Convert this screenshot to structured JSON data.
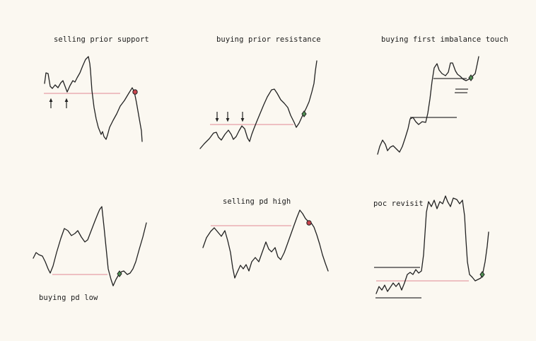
{
  "colors": {
    "background": "#fbf8f1",
    "price_line": "#222222",
    "level_line": "#e59fa6",
    "structure_line": "#333333",
    "marker_sell": "#c9454e",
    "marker_buy": "#4f8f52"
  },
  "panels": [
    {
      "title": "selling prior support",
      "level": "prior support",
      "marker": "sell",
      "arrows": "up"
    },
    {
      "title": "buying prior resistance",
      "level": "prior resistance",
      "marker": "buy",
      "arrows": "down"
    },
    {
      "title": "buying first imbalance touch",
      "level": "imbalance",
      "marker": "buy",
      "arrows": "none"
    },
    {
      "title": "buying pd low",
      "level": "pd low",
      "marker": "buy",
      "arrows": "none"
    },
    {
      "title": "selling pd high",
      "level": "pd high",
      "marker": "sell",
      "arrows": "none"
    },
    {
      "title": "poc revisit",
      "level": "poc",
      "marker": "buy",
      "arrows": "none"
    }
  ]
}
